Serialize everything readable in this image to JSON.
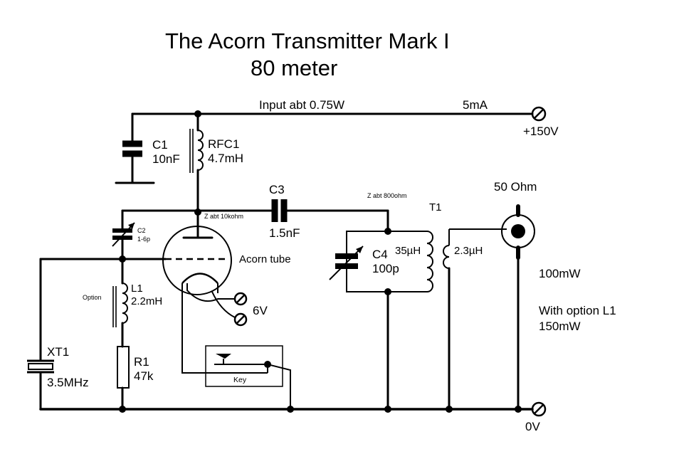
{
  "title": {
    "line1": "The Acorn Transmitter  Mark I",
    "line2": "80 meter"
  },
  "supply": {
    "input": "Input abt 0.75W",
    "current": "5mA",
    "voltage": "+150V",
    "ground": "0V"
  },
  "components": {
    "c1": {
      "ref": "C1",
      "value": "10nF"
    },
    "rfc1": {
      "ref": "RFC1",
      "value": "4.7mH"
    },
    "c3": {
      "ref": "C3",
      "value": "1.5nF"
    },
    "c2": {
      "ref": "C2",
      "value": "1-6p"
    },
    "c4": {
      "ref": "C4",
      "value": "100p"
    },
    "l1": {
      "ref": "L1",
      "value": "2.2mH",
      "note": "Option"
    },
    "r1": {
      "ref": "R1",
      "value": "47k"
    },
    "xt1": {
      "ref": "XT1",
      "value": "3.5MHz"
    },
    "t1": {
      "ref": "T1",
      "primary": "35µH",
      "secondary": "2.3µH"
    },
    "tube": {
      "name": "Acorn tube",
      "plate_z": "Z abt 10kohm",
      "heater": "6V"
    },
    "key": {
      "label": "Key"
    },
    "tank_z": "Z abt 800ohm"
  },
  "output": {
    "impedance": "50 Ohm",
    "power": "100mW",
    "option_text": "With option L1",
    "option_power": "150mW"
  }
}
